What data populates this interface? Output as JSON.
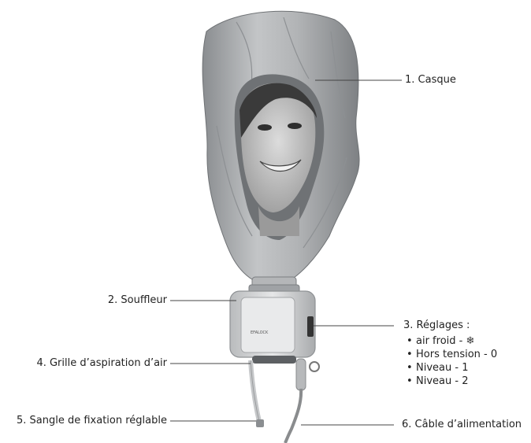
{
  "labels": {
    "casque": "1. Casque",
    "souffleur": "2. Souffleur",
    "reglages_title": "3. Réglages :",
    "grille": "4. Grille d’aspiration d’air",
    "sangle": "5. Sangle de fixation réglable",
    "cable": "6. Câble d’alimentation"
  },
  "settings": [
    {
      "text": "air froid - ",
      "icon": "snowflake-icon"
    },
    {
      "text": "Hors tension - 0"
    },
    {
      "text": "Niveau - 1"
    },
    {
      "text": "Niveau - 2"
    }
  ],
  "device": {
    "brand": "EFALOCK"
  },
  "colors": {
    "leader": "#444444",
    "hood": "#a9abad",
    "hood_shadow": "#7d8083",
    "body": "#d4d6d7"
  }
}
